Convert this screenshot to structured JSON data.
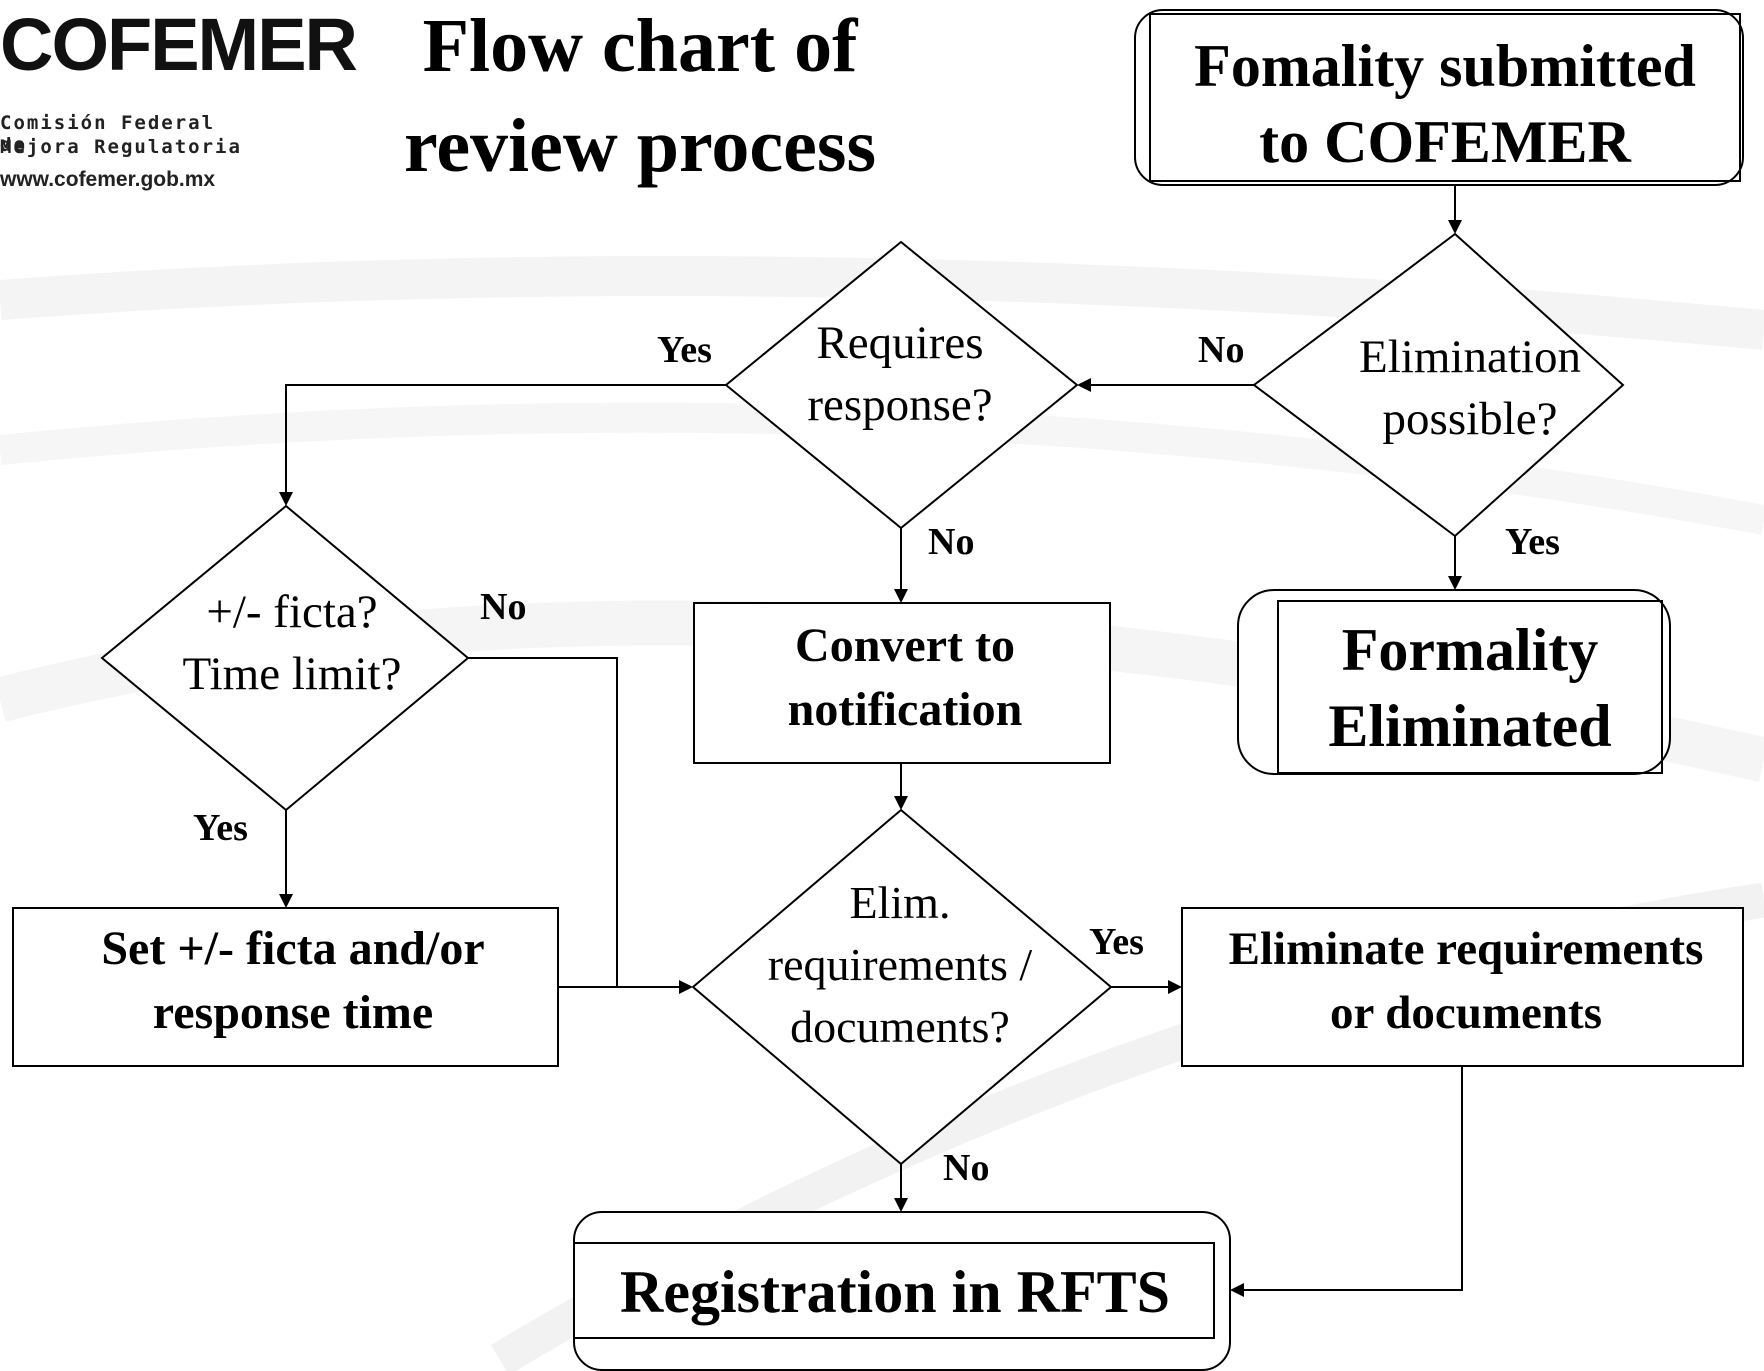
{
  "logo": {
    "brand": "COFEMER",
    "line1": "Comisión Federal de",
    "line2": "Mejora Regulatoria",
    "url": "www.cofemer.gob.mx"
  },
  "title": {
    "line1": "Flow chart of",
    "line2": "review process"
  },
  "nodes": {
    "submitted": {
      "line1": "Fomality submitted",
      "line2": "to COFEMER"
    },
    "elimination_possible": {
      "line1": "Elimination",
      "line2": "possible?"
    },
    "requires_response": {
      "line1": "Requires",
      "line2": "response?"
    },
    "formality_eliminated": {
      "line1": "Formality",
      "line2": "Eliminated"
    },
    "ficta_time_limit": {
      "line1": "+/- ficta?",
      "line2": "Time limit?"
    },
    "convert_notification": {
      "line1": "Convert to",
      "line2": "notification"
    },
    "set_ficta": {
      "line1": "Set +/- ficta and/or",
      "line2": "response time"
    },
    "elim_requirements": {
      "line1": "Elim.",
      "line2": "requirements /",
      "line3": "documents?"
    },
    "eliminate_requirements": {
      "line1": "Eliminate requirements",
      "line2": "or documents"
    },
    "registration": {
      "line1": "Registration in RFTS"
    }
  },
  "edge_labels": {
    "elim_no": "No",
    "elim_yes": "Yes",
    "requires_yes": "Yes",
    "requires_no": "No",
    "ficta_no": "No",
    "ficta_yes": "Yes",
    "elimreq_yes": "Yes",
    "elimreq_no": "No"
  }
}
